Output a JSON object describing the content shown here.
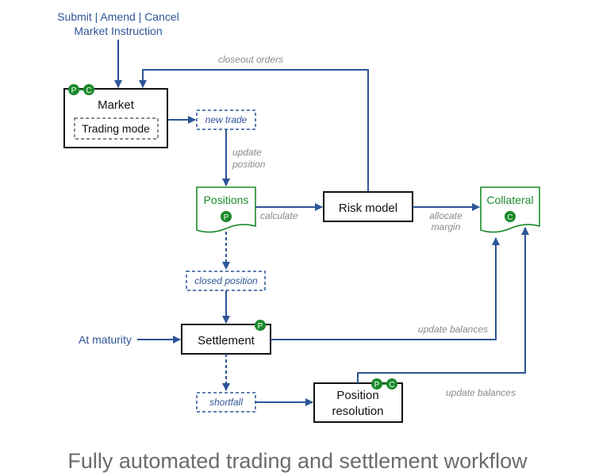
{
  "diagram": {
    "input_label_line1": "Submit | Amend | Cancel",
    "input_label_line2": "Market Instruction",
    "nodes": {
      "market": "Market",
      "trading_mode": "Trading mode",
      "new_trade": "new trade",
      "positions": "Positions",
      "risk_model": "Risk model",
      "collateral": "Collateral",
      "closed_position": "closed position",
      "settlement": "Settlement",
      "shortfall": "shortfall",
      "position_resolution_line1": "Position",
      "position_resolution_line2": "resolution"
    },
    "edge_labels": {
      "closeout_orders": "closeout orders",
      "update_position_line1": "update",
      "update_position_line2": "position",
      "calculate": "calculate",
      "allocate_margin_line1": "allocate",
      "allocate_margin_line2": "margin",
      "update_balances_settlement": "update balances",
      "update_balances_resolution": "update balances",
      "at_maturity": "At maturity"
    },
    "badges": {
      "p": "P",
      "c": "C"
    },
    "colors": {
      "arrow": "#2d5597",
      "box_border": "#111111",
      "green": "#1a8a2a",
      "edge_label": "#8a8a8a"
    }
  },
  "caption": "Fully automated trading and settlement workflow"
}
